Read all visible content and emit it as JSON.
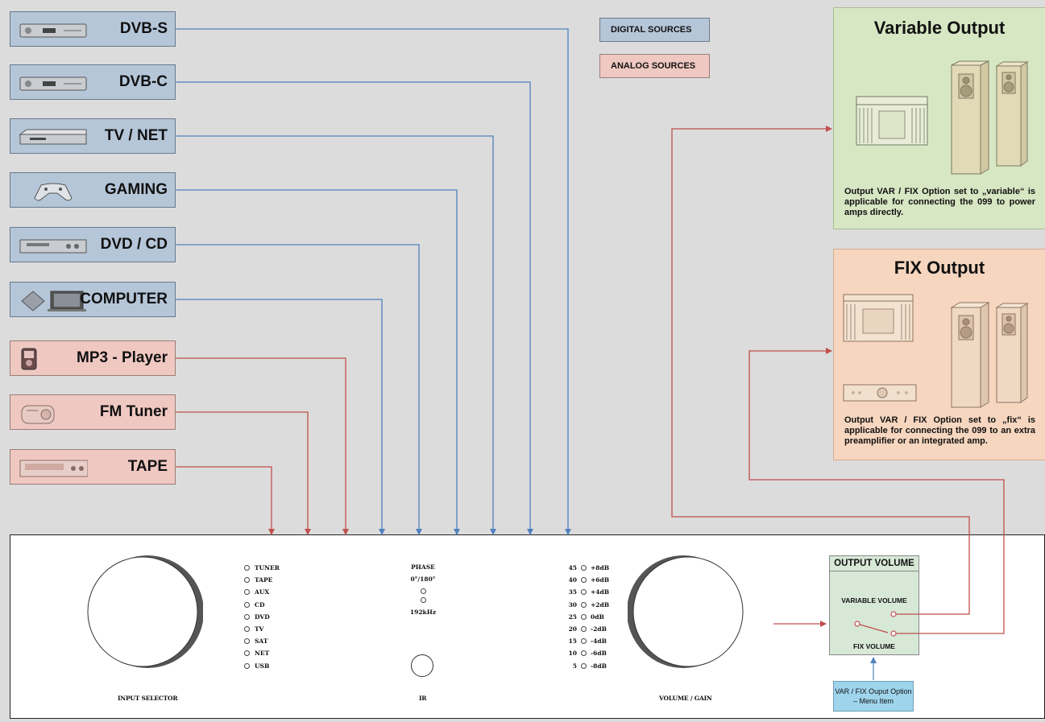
{
  "sources": [
    {
      "label": "DVB-S",
      "kind": "digital",
      "icon": "dvb-receiver-icon"
    },
    {
      "label": "DVB-C",
      "kind": "digital",
      "icon": "dvb-receiver-icon"
    },
    {
      "label": "TV / NET",
      "kind": "digital",
      "icon": "set-top-box-icon"
    },
    {
      "label": "GAMING",
      "kind": "digital",
      "icon": "gamepad-icon"
    },
    {
      "label": "DVD / CD",
      "kind": "digital",
      "icon": "dvd-player-icon"
    },
    {
      "label": "COMPUTER",
      "kind": "digital",
      "icon": "computer-icon"
    },
    {
      "label": "MP3 - Player",
      "kind": "analog",
      "icon": "mp3-player-icon"
    },
    {
      "label": "FM Tuner",
      "kind": "analog",
      "icon": "radio-icon"
    },
    {
      "label": "TAPE",
      "kind": "analog",
      "icon": "tape-deck-icon"
    }
  ],
  "legend": {
    "digital": "DIGITAL SOURCES",
    "analog": "ANALOG SOURCES"
  },
  "outputs": {
    "variable": {
      "title": "Variable Output",
      "description": "Output VAR / FIX Option set to „variable“ is applicable for connecting the 099 to power amps directly."
    },
    "fix": {
      "title": "FIX Output",
      "description": "Output VAR / FIX Option set to „fix“ is applicable for connecting the 099 to an extra preamplifier or an integrated amp."
    }
  },
  "panel": {
    "input_selector_label": "INPUT SELECTOR",
    "inputs": [
      "TUNER",
      "TAPE",
      "AUX",
      "CD",
      "DVD",
      "TV",
      "SAT",
      "NET",
      "USB"
    ],
    "phase_label": "PHASE",
    "phase_value": "0°/180°",
    "rate_label": "192kHz",
    "ir_label": "IR",
    "levels": [
      {
        "n": "45",
        "db": "+8dB"
      },
      {
        "n": "40",
        "db": "+6dB"
      },
      {
        "n": "35",
        "db": "+4dB"
      },
      {
        "n": "30",
        "db": "+2dB"
      },
      {
        "n": "25",
        "db": "0dB"
      },
      {
        "n": "20",
        "db": "-2dB"
      },
      {
        "n": "15",
        "db": "-4dB"
      },
      {
        "n": "10",
        "db": "-6dB"
      },
      {
        "n": "5",
        "db": "-8dB"
      }
    ],
    "volume_label": "VOLUME / GAIN"
  },
  "output_volume": {
    "title": "OUTPUT VOLUME",
    "variable": "VARIABLE VOLUME",
    "fix": "FIX VOLUME"
  },
  "menu_item": "VAR / FIX Ouput Option – Menu Item",
  "colors": {
    "digital_fill": "#b6c6d9",
    "analog_fill": "#f0c8c2",
    "digital_line": "#4f81bd",
    "analog_line": "#c0504d",
    "variable_fill": "#d7e6c3",
    "fix_fill": "#f6d6bf",
    "output_volume_fill": "#d7e8d7",
    "menu_item_fill": "#9ed4ec"
  }
}
